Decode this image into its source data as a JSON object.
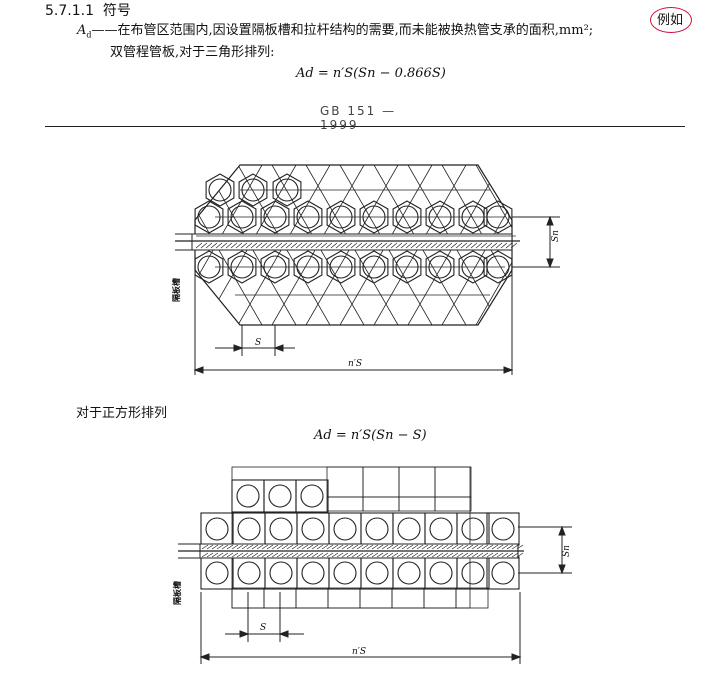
{
  "section": {
    "number": "5.7.1.1",
    "title": "符号"
  },
  "definition": {
    "symbol": "A",
    "subscript": "d",
    "text": "——在布管区范围内,因设置隔板槽和拉杆结构的需要,而未能被换热管支承的面积,mm²;",
    "annotation": "例如",
    "annotation_color": "#d0103a"
  },
  "case_tube_plate": "双管程管板,对于三角形排列:",
  "formula_triangle": "Ad = n′S(Sn − 0.866S)",
  "header_fragment": "GB 151 — 1999",
  "figure_triangle": {
    "label_S": "S",
    "label_nS": "n′S",
    "label_Sn": "Sn",
    "side_label": "隔板槽"
  },
  "case_square": "对于正方形排列",
  "formula_square": "Ad = n′S(Sn − S)",
  "figure_square": {
    "label_S": "S",
    "label_nS": "n′S",
    "label_Sn": "Sn",
    "side_label": "隔板槽"
  }
}
